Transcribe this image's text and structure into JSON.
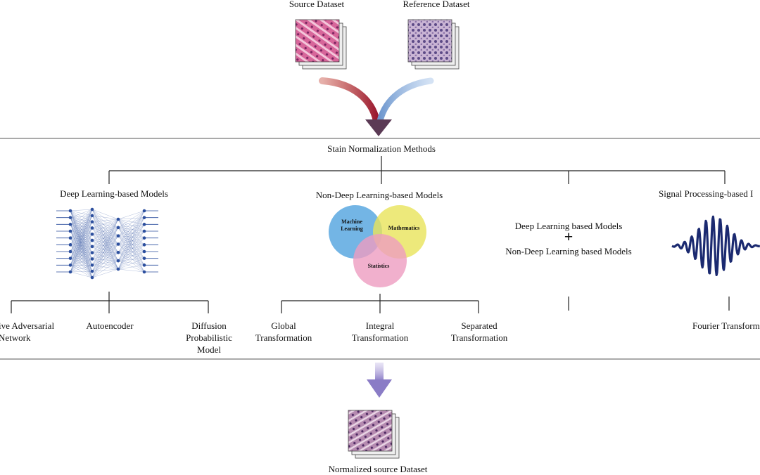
{
  "source_label": "Source Dataset",
  "reference_label": "Reference Dataset",
  "methods_title": "Stain Normalization Methods",
  "deep": {
    "title": "Deep Learning-based Models",
    "children": [
      "ive Adversarial",
      "Network",
      "Autoencoder",
      "Diffusion",
      "Probabilistic",
      "Model"
    ]
  },
  "nondeep": {
    "title": "Non-Deep Learning-based Models",
    "venn": [
      "Machine",
      "Learning",
      "Mathematics",
      "Statistics"
    ],
    "children": [
      "Global",
      "Transformation",
      "Integral",
      "Transformation",
      "Separated",
      "Transformation"
    ]
  },
  "hybrid": {
    "line1": "Deep Learning based Models",
    "plus": "+",
    "line2": "Non-Deep Learning based Models"
  },
  "signal": {
    "title": "Signal Processing-based I",
    "child": "Fourier Transform"
  },
  "output_label": "Normalized source  Dataset",
  "colors": {
    "red_arrow": "#a3182d",
    "blue_arrow": "#7fa6d6",
    "dark_arrowhead": "#5b3a55",
    "purple_arrow": "#8f7fc7",
    "venn_blue": "#5aa8e0",
    "venn_yellow": "#e9e35a",
    "venn_pink": "#ee9cc0",
    "network": "#2c4f9e",
    "wave": "#1b2a70"
  }
}
